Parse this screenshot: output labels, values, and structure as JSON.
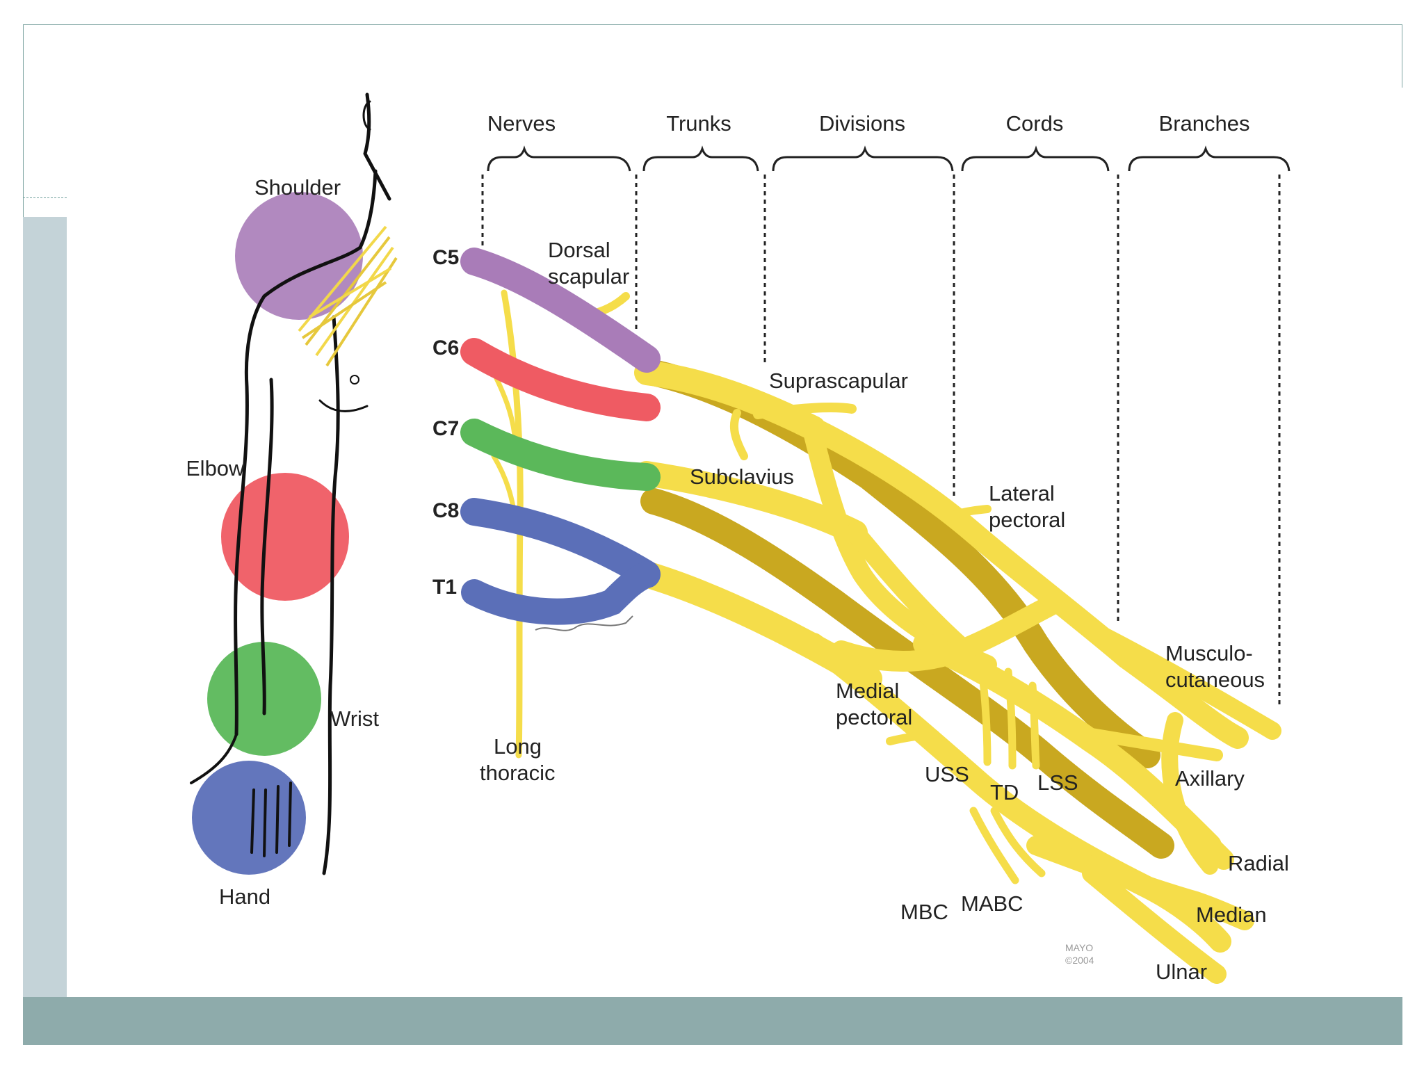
{
  "header": {
    "columns": [
      "Nerves",
      "Trunks",
      "Divisions",
      "Cords",
      "Branches"
    ]
  },
  "body_regions": {
    "shoulder": "Shoulder",
    "elbow": "Elbow",
    "wrist": "Wrist",
    "hand": "Hand"
  },
  "roots": [
    "C5",
    "C6",
    "C7",
    "C8",
    "T1"
  ],
  "branches": {
    "dorsal_scapular": [
      "Dorsal",
      "scapular"
    ],
    "suprascapular": "Suprascapular",
    "subclavius": "Subclavius",
    "lateral_pectoral": [
      "Lateral",
      "pectoral"
    ],
    "long_thoracic": [
      "Long",
      "thoracic"
    ],
    "medial_pectoral": [
      "Medial",
      "pectoral"
    ],
    "uss": "USS",
    "td": "TD",
    "lss": "LSS",
    "musculocutaneous": [
      "Musculo-",
      "cutaneous"
    ],
    "axillary": "Axillary",
    "radial": "Radial",
    "median": "Median",
    "ulnar": "Ulnar",
    "mbc": "MBC",
    "mabc": "MABC"
  },
  "credit": [
    "MAYO",
    "©2004"
  ],
  "colors": {
    "shoulder": "#a97cb8",
    "elbow": "#ef5b63",
    "wrist": "#5bb85a",
    "hand": "#5b6fb8",
    "nerve": "#f5dd4a",
    "frame": "#7fa5a3",
    "bottom_band": "#8eabab",
    "left_band": "#c4d3d8"
  }
}
